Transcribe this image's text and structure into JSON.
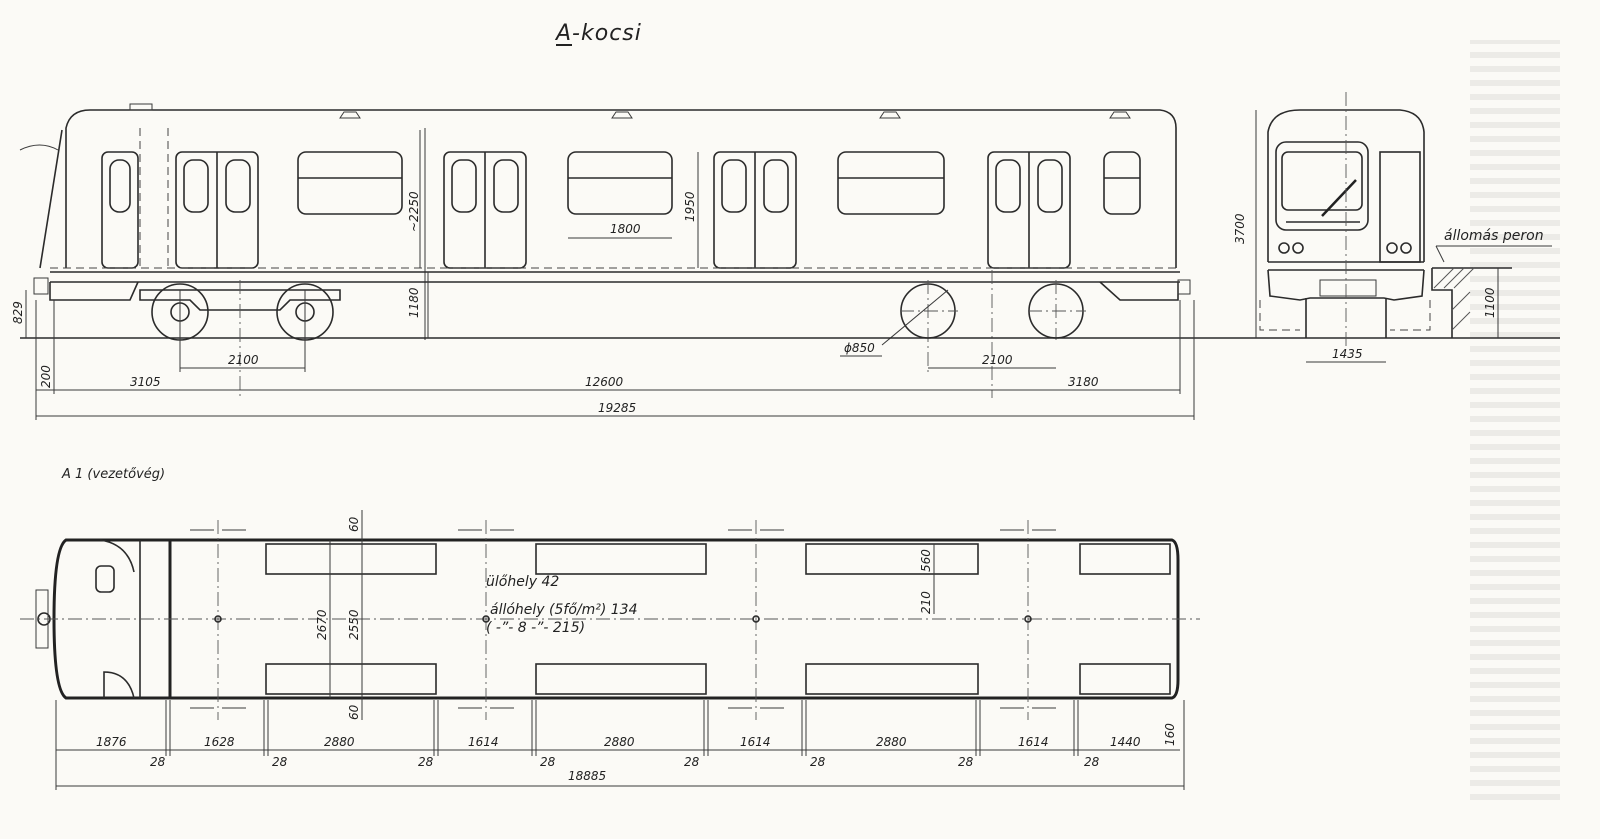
{
  "title": "A-kocsi",
  "side_view": {
    "dims": {
      "door_height": "~2250",
      "window_height": "1950",
      "window_width": "1800",
      "floor_height": "1180",
      "coupler_height": "829",
      "overhang": "200",
      "bogie_wheelbase_left": "2100",
      "bogie_wheelbase_right": "2100",
      "front_to_bogie": "3105",
      "bogie_centers": "12600",
      "rear_to_bogie": "3180",
      "overall_length": "19285",
      "wheel_diameter": "ϕ850"
    }
  },
  "end_view": {
    "dims": {
      "height": "3700",
      "gauge": "1435",
      "platform_height": "1100"
    },
    "platform_label": "állomás peron"
  },
  "plan_view": {
    "label": "A 1 (vezetővég)",
    "seats_label": "ülőhely 42",
    "standing_label": "állóhely (5fő/m²) 134",
    "standing_label_alt": "(  -”-    8   -”-    215)",
    "dims": {
      "width_outer": "2670",
      "width_inner": "2550",
      "wall_top": "60",
      "wall_bottom": "60",
      "seat_depth": "560",
      "seat_offset": "210",
      "end_offset": "160",
      "segments": [
        "1876",
        "1628",
        "2880",
        "1614",
        "2880",
        "1614",
        "2880",
        "1614",
        "1440"
      ],
      "gaps": [
        "28",
        "28",
        "28",
        "28",
        "28",
        "28",
        "28",
        "28"
      ],
      "overall_length": "18885"
    }
  }
}
